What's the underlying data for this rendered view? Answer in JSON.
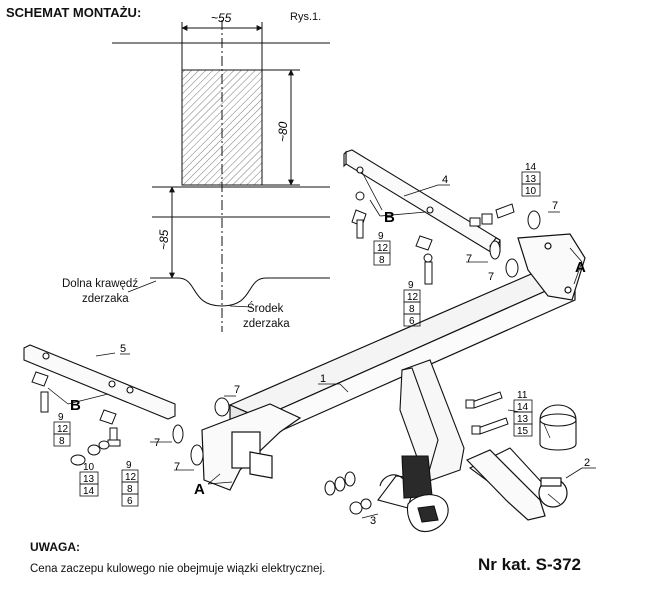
{
  "header": {
    "title": "SCHEMAT MONTAŻU:",
    "figure_label": "Rys.1."
  },
  "dimensions": {
    "width": "~55",
    "height": "~80",
    "offset": "~85"
  },
  "annotations": {
    "lower_edge_line1": "Dolna krawędź",
    "lower_edge_line2": "zderzaka",
    "center_line1": "Środek",
    "center_line2": "zderzaka"
  },
  "callouts": {
    "part_1": "1",
    "part_2": "2",
    "part_3": "3",
    "part_4": "4",
    "part_5": "5",
    "point_A": "A",
    "point_B": "B",
    "washer_7": "7",
    "bolt_9": "9",
    "bolt_group_10_13_14": [
      "10",
      "13",
      "14"
    ],
    "bolt_group_11_14_13_15": [
      "11",
      "14",
      "13",
      "15"
    ],
    "nut_group_12_8_6": [
      "12",
      "8",
      "6"
    ],
    "nut_group_12_8": [
      "12",
      "8"
    ],
    "top_group_14_13_10": [
      "14",
      "13",
      "10"
    ]
  },
  "footer": {
    "warning_label": "UWAGA:",
    "warning_text": "Cena zaczepu kulowego nie obejmuje wiązki elektrycznej.",
    "catalog_number": "Nr kat. S-372"
  },
  "colors": {
    "line": "#111111",
    "hatch": "#555555",
    "paper": "#ffffff",
    "fill_light": "#f4f4f4",
    "fill_dark": "#2a2a2a"
  }
}
